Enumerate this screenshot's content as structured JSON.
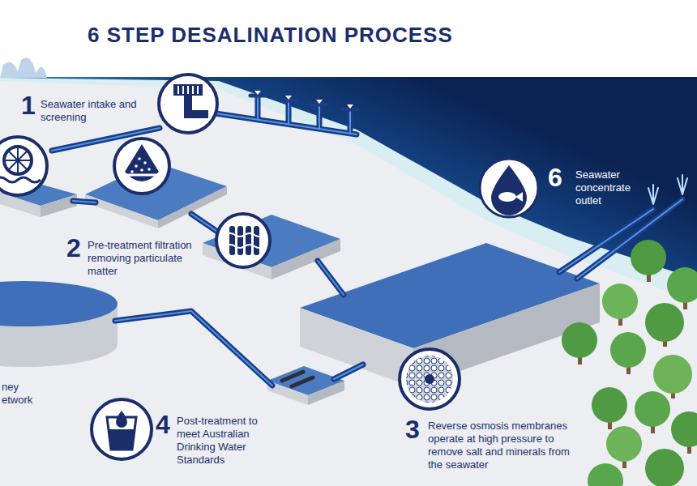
{
  "diagram": {
    "title": "6 STEP DESALINATION PROCESS",
    "labels": [
      "1",
      "Seawater intake and screening",
      "2",
      "Pre-treatment filtration removing particulate matter",
      "3",
      "Reverse osmosis membranes operate at high pressure to remove salt and minerals from the seawater",
      "4",
      "Post-treatment to meet Australian Drinking Water Standards",
      "6",
      "Seawater concentrate outlet",
      "ney etwork"
    ]
  }
}
